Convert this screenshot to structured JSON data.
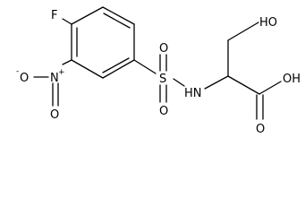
{
  "molecule": {
    "atoms": {
      "fluorine": "F",
      "nitro_n": "N",
      "nitro_o_minus": "O",
      "nitro_o_double": "O",
      "sulfonyl_s": "S",
      "sulfonyl_o_top": "O",
      "sulfonyl_o_bottom": "O",
      "amine_nh": "HN",
      "hydroxyl_top": "HO",
      "acid_oh": "OH",
      "acid_o": "O"
    },
    "charges": {
      "nitro_n": "+",
      "nitro_o": "-"
    }
  }
}
